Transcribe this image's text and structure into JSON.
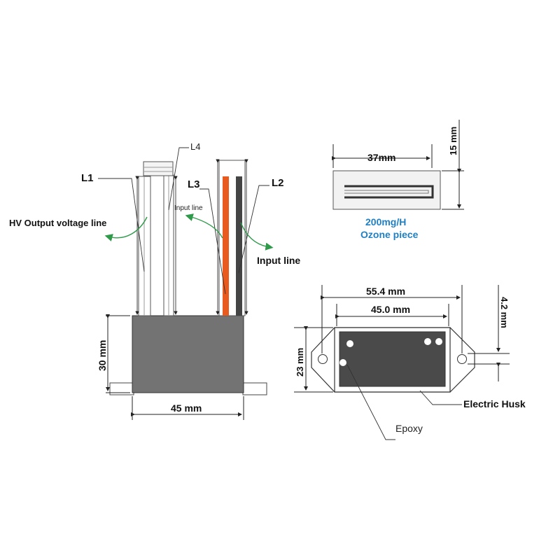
{
  "labels": {
    "l1": "L1",
    "l2": "L2",
    "l3": "L3",
    "l4": "L4",
    "hv_output": "HV Output voltage line",
    "input_line_small": "Input line",
    "input_line": "Input line",
    "height_30": "30 mm",
    "width_45": "45 mm",
    "ozone_width": "37mm",
    "ozone_height": "15 mm",
    "ozone_rate": "200mg/H",
    "ozone_name": "Ozone piece",
    "outer_width": "55.4 mm",
    "inner_width": "45.0 mm",
    "hole_dim": "4.2 mm",
    "body_height": "23 mm",
    "electric_husk": "Electric Husk",
    "epoxy": "Epoxy"
  },
  "colors": {
    "housing": "#737373",
    "housing_dark": "#4a4a4a",
    "orange_wire": "#e85a1e",
    "gray_wire": "#444444",
    "arrow_green": "#2e9a4a",
    "text_blue": "#1f7fc4"
  }
}
